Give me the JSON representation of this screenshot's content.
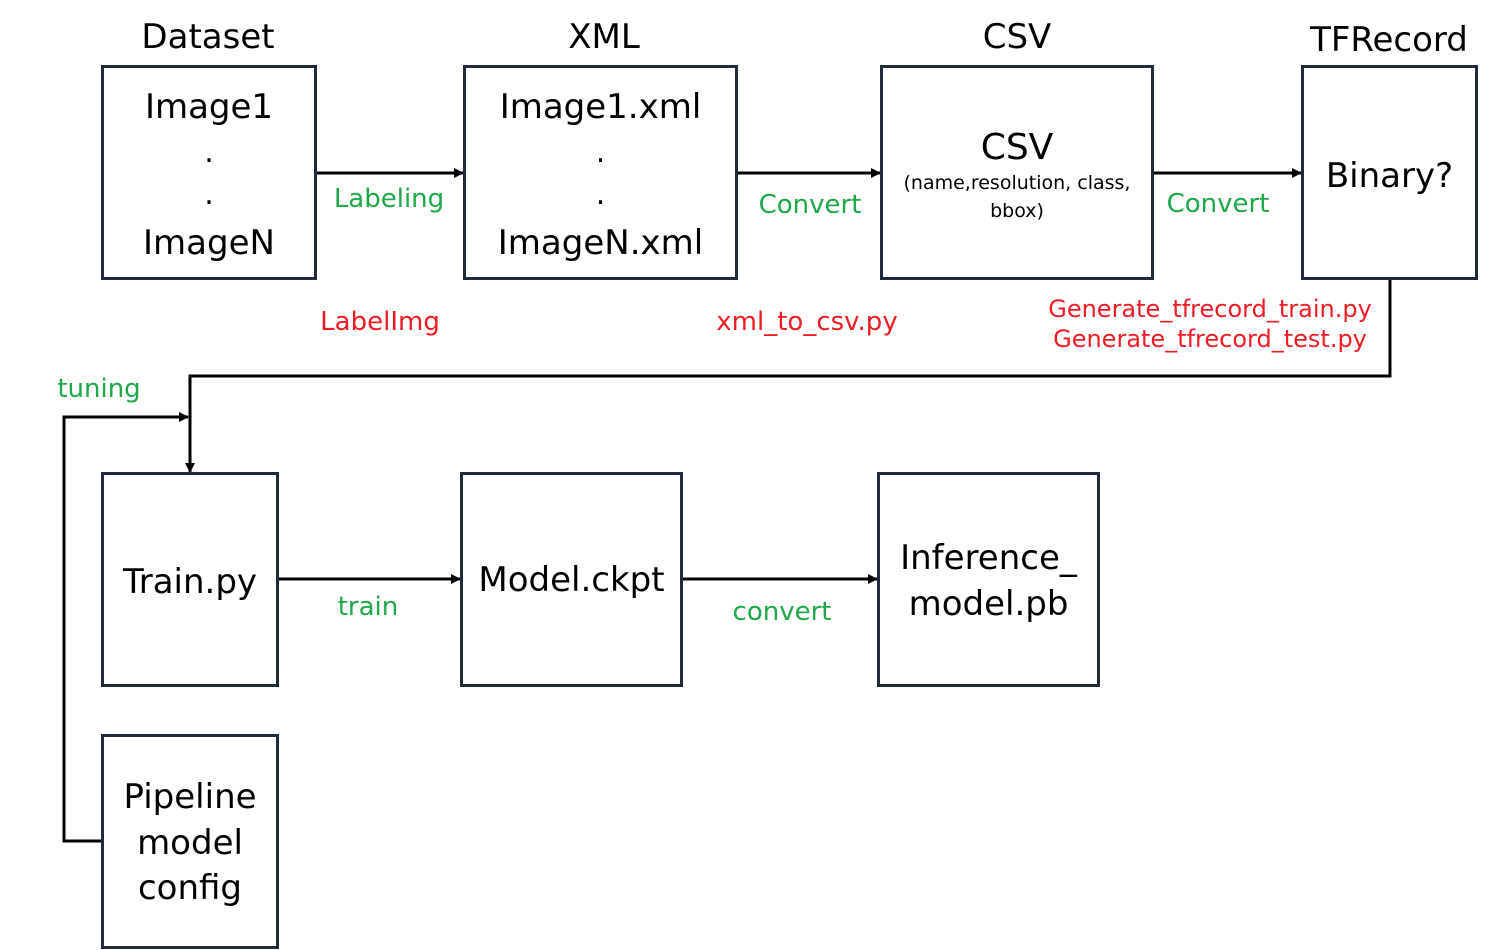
{
  "headers": {
    "dataset": "Dataset",
    "xml": "XML",
    "csv": "CSV",
    "tfrecord": "TFRecord"
  },
  "dataset_box": {
    "first": "Image1",
    "dot1": ".",
    "dot2": ".",
    "last": "ImageN"
  },
  "xml_box": {
    "first": "Image1.xml",
    "dot1": ".",
    "dot2": ".",
    "last": "ImageN.xml"
  },
  "csv_box": {
    "title": "CSV",
    "fields_line1": "(name,resolution, class,",
    "fields_line2": "bbox)"
  },
  "tfrecord_box": {
    "label": "Binary?"
  },
  "train_box": {
    "label": "Train.py"
  },
  "model_box": {
    "label": "Model.ckpt"
  },
  "inference_box": {
    "line1": "Inference_",
    "line2": "model.pb"
  },
  "pipeline_box": {
    "line1": "Pipeline",
    "line2": "model",
    "line3": "config"
  },
  "edge_labels": {
    "labeling": "Labeling",
    "convert_xml_csv": "Convert",
    "convert_csv_tfrecord": "Convert",
    "tuning": "tuning",
    "train": "train",
    "convert_model": "convert"
  },
  "tool_labels": {
    "labelimg": "LabelImg",
    "xml_to_csv": "xml_to_csv.py",
    "gen_train": "Generate_tfrecord_train.py",
    "gen_test": "Generate_tfrecord_test.py"
  },
  "colors": {
    "edge_label": "#1fa84a",
    "tool_label": "#ee1c25",
    "box_border": "#1f2a3a"
  }
}
